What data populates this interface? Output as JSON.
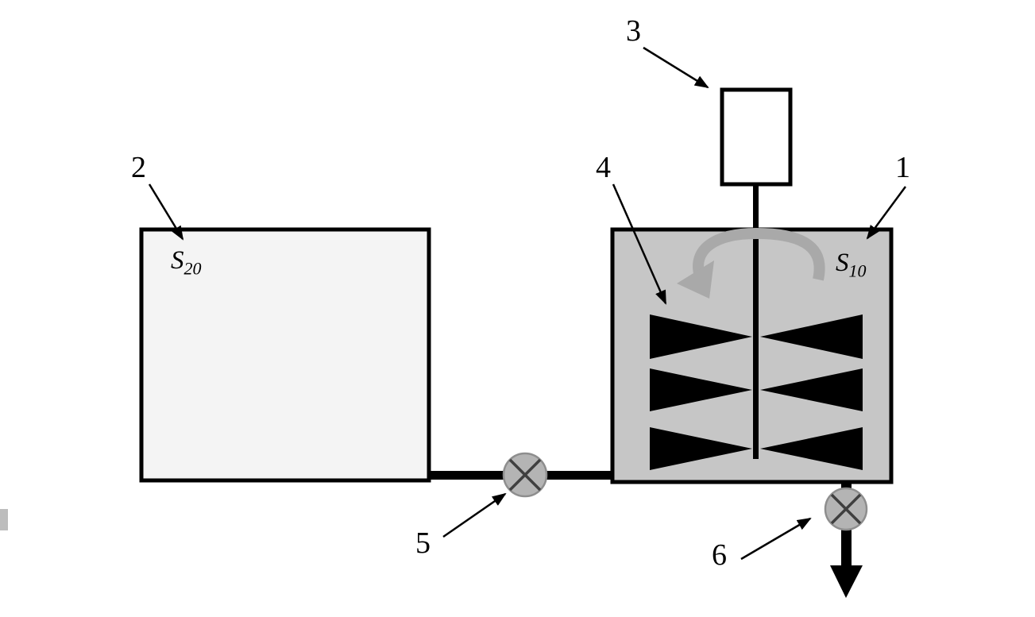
{
  "diagram": {
    "callouts": [
      {
        "id": "callout-1",
        "label": "1"
      },
      {
        "id": "callout-2",
        "label": "2"
      },
      {
        "id": "callout-3",
        "label": "3"
      },
      {
        "id": "callout-4",
        "label": "4"
      },
      {
        "id": "callout-5",
        "label": "5"
      },
      {
        "id": "callout-6",
        "label": "6"
      }
    ],
    "tanks": {
      "left": {
        "symbol": "S",
        "subscript": "20"
      },
      "right": {
        "symbol": "S",
        "subscript": "10"
      }
    },
    "colors": {
      "outline": "#000000",
      "left_tank_fill": "#f4f4f4",
      "right_tank_fill": "#c6c6c6",
      "motor_fill": "#ffffff",
      "valve_fill": "#b4b4b4",
      "valve_stroke": "#8e8e8e",
      "valve_cross": "#3f3f3f",
      "rotation_arrow": "#a9a9a9",
      "background": "#ffffff",
      "edge_artifact": "#bdbdbd"
    }
  }
}
